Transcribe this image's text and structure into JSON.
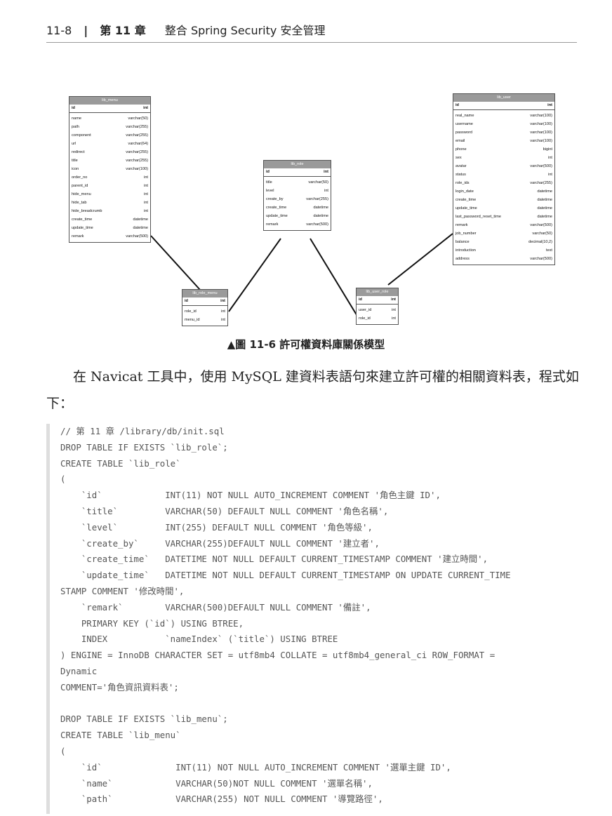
{
  "header": {
    "page": "11-8",
    "separator": "|",
    "chapter": "第 11 章",
    "title": "整合 Spring Security 安全管理"
  },
  "diagram": {
    "caption": "▲圖 11-6  許可權資料庫關係模型",
    "tables": [
      {
        "name": "lib_menu",
        "pk": [
          "id",
          "int"
        ],
        "rows": [
          [
            "name",
            "varchar(50)"
          ],
          [
            "path",
            "varchar(255)"
          ],
          [
            "component",
            "varchar(255)"
          ],
          [
            "url",
            "varchar(64)"
          ],
          [
            "redirect",
            "varchar(255)"
          ],
          [
            "title",
            "varchar(255)"
          ],
          [
            "icon",
            "varchar(100)"
          ],
          [
            "order_no",
            "int"
          ],
          [
            "parent_id",
            "int"
          ],
          [
            "hide_menu",
            "int"
          ],
          [
            "hide_tab",
            "int"
          ],
          [
            "hide_breadcrumb",
            "int"
          ],
          [
            "create_time",
            "datetime"
          ],
          [
            "update_time",
            "datetime"
          ],
          [
            "remark",
            "varchar(500)"
          ]
        ]
      },
      {
        "name": "lib_role",
        "pk": [
          "id",
          "int"
        ],
        "rows": [
          [
            "title",
            "varchar(50)"
          ],
          [
            "level",
            "int"
          ],
          [
            "create_by",
            "varchar(255)"
          ],
          [
            "create_time",
            "datetime"
          ],
          [
            "update_time",
            "datetime"
          ],
          [
            "remark",
            "varchar(500)"
          ]
        ]
      },
      {
        "name": "lib_user",
        "pk": [
          "id",
          "int"
        ],
        "rows": [
          [
            "real_name",
            "varchar(100)"
          ],
          [
            "username",
            "varchar(100)"
          ],
          [
            "password",
            "varchar(100)"
          ],
          [
            "email",
            "varchar(100)"
          ],
          [
            "phone",
            "bigint"
          ],
          [
            "sex",
            "int"
          ],
          [
            "avatar",
            "varchar(500)"
          ],
          [
            "status",
            "int"
          ],
          [
            "role_ids",
            "varchar(255)"
          ],
          [
            "login_date",
            "datetime"
          ],
          [
            "create_time",
            "datetime"
          ],
          [
            "update_time",
            "datetime"
          ],
          [
            "last_password_reset_time",
            "datetime"
          ],
          [
            "remark",
            "varchar(500)"
          ],
          [
            "job_number",
            "varchar(50)"
          ],
          [
            "balance",
            "decimal(10,2)"
          ],
          [
            "introduction",
            "text"
          ],
          [
            "address",
            "varchar(500)"
          ]
        ]
      },
      {
        "name": "lib_role_menu",
        "pk": [
          "id",
          "int"
        ],
        "rows": [
          [
            "role_id",
            "int"
          ],
          [
            "menu_id",
            "int"
          ]
        ]
      },
      {
        "name": "lib_user_role",
        "pk": [
          "id",
          "int"
        ],
        "rows": [
          [
            "user_id",
            "int"
          ],
          [
            "role_id",
            "int"
          ]
        ]
      }
    ]
  },
  "paragraph": [
    "在 Navicat 工具中，使用 MySQL 建資料表語句來建立許可權的相關資料表，程式如下："
  ],
  "code": [
    "// 第 11 章 /library/db/init.sql",
    "DROP TABLE IF EXISTS `lib_role`;",
    "CREATE TABLE `lib_role`",
    "(",
    "    `id`            INT(11) NOT NULL AUTO_INCREMENT COMMENT '角色主鍵 ID',",
    "    `title`         VARCHAR(50) DEFAULT NULL COMMENT '角色名稱',",
    "    `level`         INT(255) DEFAULT NULL COMMENT '角色等級',",
    "    `create_by`     VARCHAR(255)DEFAULT NULL COMMENT '建立者',",
    "    `create_time`   DATETIME NOT NULL DEFAULT CURRENT_TIMESTAMP COMMENT '建立時間',",
    "    `update_time`   DATETIME NOT NULL DEFAULT CURRENT_TIMESTAMP ON UPDATE CURRENT_TIME",
    "STAMP COMMENT '修改時間',",
    "    `remark`        VARCHAR(500)DEFAULT NULL COMMENT '備註',",
    "    PRIMARY KEY (`id`) USING BTREE,",
    "    INDEX           `nameIndex` (`title`) USING BTREE",
    ") ENGINE = InnoDB CHARACTER SET = utf8mb4 COLLATE = utf8mb4_general_ci ROW_FORMAT =",
    "Dynamic",
    "COMMENT='角色資訊資料表';",
    "",
    "DROP TABLE IF EXISTS `lib_menu`;",
    "CREATE TABLE `lib_menu`",
    "(",
    "    `id`              INT(11) NOT NULL AUTO_INCREMENT COMMENT '選單主鍵 ID',",
    "    `name`            VARCHAR(50)NOT NULL COMMENT '選單名稱',",
    "    `path`            VARCHAR(255) NOT NULL COMMENT '導覽路徑',"
  ]
}
